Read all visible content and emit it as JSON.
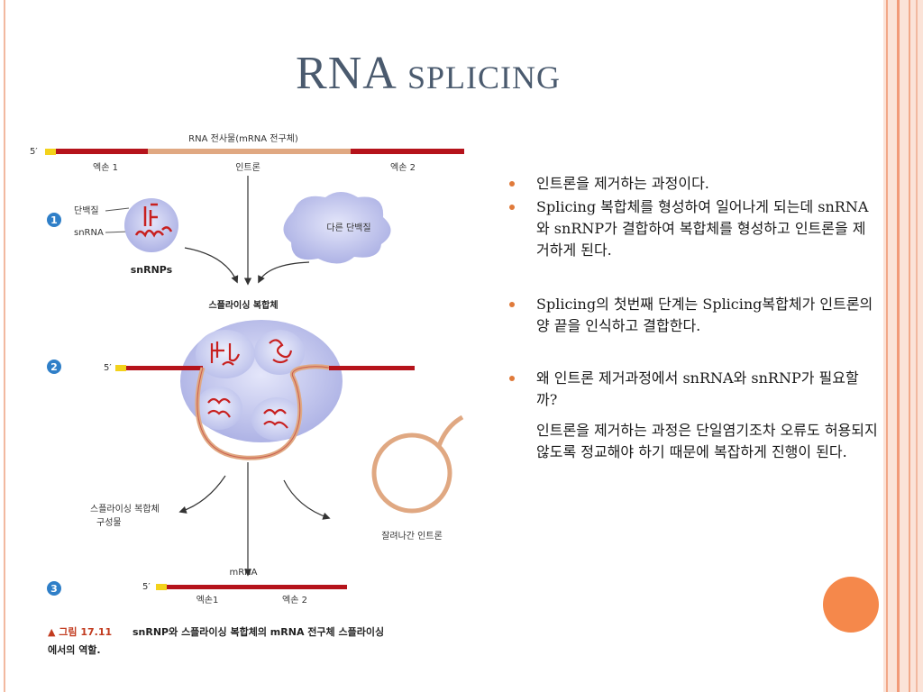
{
  "slide": {
    "title_main": "RNA",
    "title_rest": "splicing"
  },
  "figure": {
    "top_label": "RNA 전사물(mRNA 전구체)",
    "five_prime": "5′",
    "exon1": "엑손 1",
    "intron": "인트론",
    "exon2": "엑손 2",
    "step1": "1",
    "step2": "2",
    "step3": "3",
    "protein_label": "단백질",
    "snrna_label": "snRNA",
    "snrnps_label": "snRNPs",
    "other_protein": "다른 단백질",
    "spliceosome_label": "스플라이싱 복합체",
    "components_line1": "스플라이싱 복합체",
    "components_line2": "구성물",
    "excised_intron": "잘려나간 인트론",
    "mrna_label": "mRNA",
    "final_exon1": "엑손1",
    "final_exon2": "엑손 2",
    "caption_fig": "▲ 그림 17.11",
    "caption_line1": "snRNP와 스플라이싱 복합체의 mRNA 전구체 스플라이싱",
    "caption_line2": "에서의 역할."
  },
  "bullets": [
    "인트론을 제거하는 과정이다.",
    "Splicing 복합체를 형성하여 일어나게 되는데 snRNA와 snRNP가 결합하여 복합체를 형성하고  인트론을 제거하게 된다.",
    "Splicing의 첫번째 단계는 Splicing복합체가 인트론의 양 끝을 인식하고 결합한다.",
    "왜 인트론 제거과정에서  snRNA와 snRNP가 필요할까?"
  ],
  "paragraph": "인트론을 제거하는 과정은 단일염기조차 오류도 허용되지 않도록 정교해야 하기 때문에 복잡하게 진행이 된다.",
  "colors": {
    "accent": "#f5884b",
    "title": "#4a5a6e",
    "exon_red": "#b5131b",
    "intron_tan": "#e0a882",
    "bubble": "#c9cdf0"
  }
}
